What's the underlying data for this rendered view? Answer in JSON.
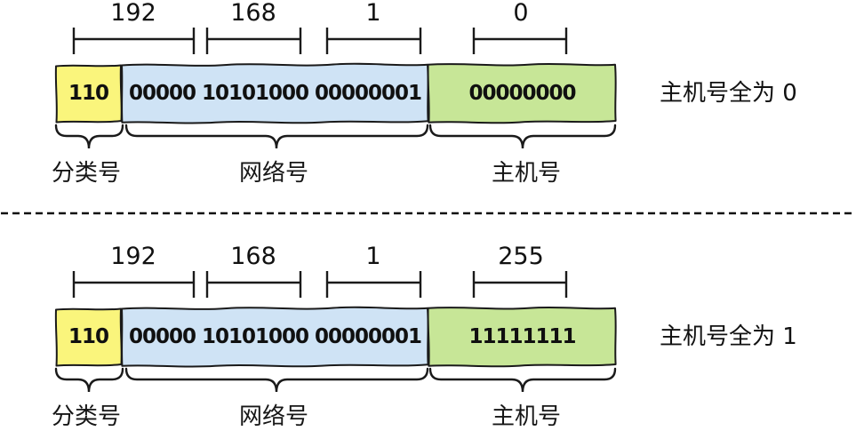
{
  "diagram_top": {
    "ruler": {
      "seg1": "192",
      "seg2": "168",
      "seg3": "1",
      "seg4": "0"
    },
    "address_box": {
      "class_bits": "110",
      "network_bits": "00000 10101000 00000001",
      "host_bits": "00000000"
    },
    "field_labels": {
      "class": "分类号",
      "network": "网络号",
      "host": "主机号"
    },
    "annotation": "主机号全为 0"
  },
  "diagram_bottom": {
    "ruler": {
      "seg1": "192",
      "seg2": "168",
      "seg3": "1",
      "seg4": "255"
    },
    "address_box": {
      "class_bits": "110",
      "network_bits": "00000 10101000 00000001",
      "host_bits": "11111111"
    },
    "field_labels": {
      "class": "分类号",
      "network": "网络号",
      "host": "主机号"
    },
    "annotation": "主机号全为 1"
  },
  "colors": {
    "class_field": "#FAF57C",
    "network_field": "#CFE3F5",
    "host_field": "#C7E697",
    "ink": "#1A1A1A"
  }
}
